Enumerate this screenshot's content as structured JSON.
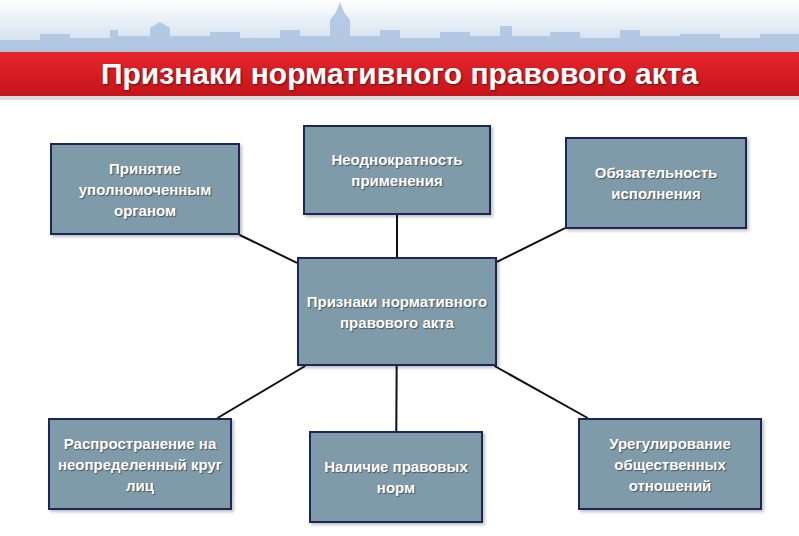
{
  "diagram": {
    "title": "Признаки нормативного правового акта",
    "nodes": [
      {
        "text": [
          "Принятие уполномоченным органом"
        ]
      },
      {
        "text": [
          "Неоднократность применения"
        ]
      },
      {
        "text": [
          "Обязательность исполнения"
        ]
      },
      {
        "text": [
          "Признаки нормативного правового акта"
        ]
      },
      {
        "text": [
          "Распространение на неопределенный круг лиц"
        ]
      },
      {
        "text": [
          "Наличие правовых норм"
        ]
      },
      {
        "text": [
          "Урегулирование общественных отношений"
        ]
      }
    ],
    "edges": [
      {
        "from": 3,
        "to": 0,
        "arrow": "none"
      },
      {
        "from": 3,
        "to": 1,
        "arrow": "none"
      },
      {
        "from": 3,
        "to": 2,
        "arrow": "none"
      },
      {
        "from": 3,
        "to": 4,
        "arrow": "none"
      },
      {
        "from": 3,
        "to": 5,
        "arrow": "none"
      },
      {
        "from": 3,
        "to": 6,
        "arrow": "none"
      }
    ]
  }
}
